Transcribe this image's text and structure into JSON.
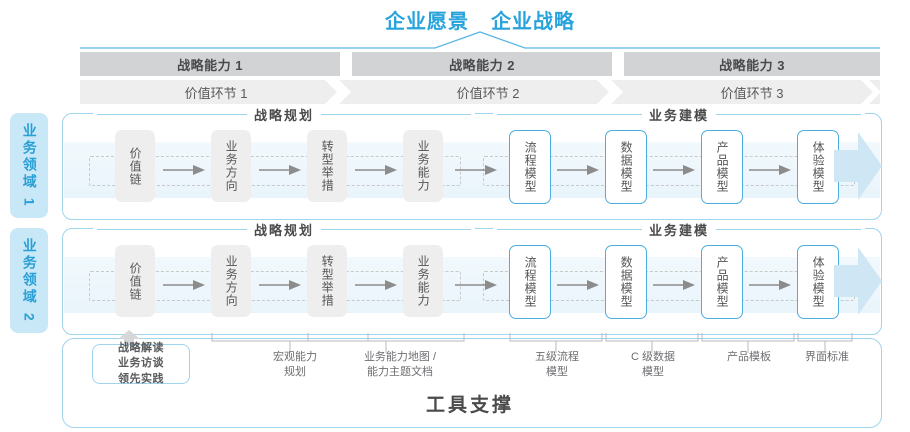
{
  "header": {
    "vision": "企业愿景",
    "strategy": "企业战略",
    "accent_color": "#29a3dc"
  },
  "capability_bars": [
    {
      "label": "战略能力 1"
    },
    {
      "label": "战略能力 2"
    },
    {
      "label": "战略能力 3"
    }
  ],
  "value_chain_bars": [
    {
      "label": "价值环节 1"
    },
    {
      "label": "价值环节 2"
    },
    {
      "label": "价值环节 3"
    }
  ],
  "domains": [
    {
      "label": "业务领域 1"
    },
    {
      "label": "业务领域 2"
    }
  ],
  "sections": {
    "strategic_planning": "战略规划",
    "business_modeling": "业务建模"
  },
  "rows": [
    {
      "planning_boxes": [
        {
          "label": "价值链"
        },
        {
          "label": "业务方向"
        },
        {
          "label": "转型举措"
        },
        {
          "label": "业务能力"
        }
      ],
      "modeling_boxes": [
        {
          "label": "流程模型"
        },
        {
          "label": "数据模型"
        },
        {
          "label": "产品模型"
        },
        {
          "label": "体验模型"
        }
      ]
    },
    {
      "planning_boxes": [
        {
          "label": "价值链"
        },
        {
          "label": "业务方向"
        },
        {
          "label": "转型举措"
        },
        {
          "label": "业务能力"
        }
      ],
      "modeling_boxes": [
        {
          "label": "流程模型"
        },
        {
          "label": "数据模型"
        },
        {
          "label": "产品模型"
        },
        {
          "label": "体验模型"
        }
      ]
    }
  ],
  "notes": {
    "strategy_box": "战略解读\n业务访谈\n领先实践",
    "strategy_box_lines": [
      "战略解读",
      "业务访谈",
      "领先实践"
    ],
    "items": [
      {
        "lines": [
          "宏观能力",
          "规划"
        ]
      },
      {
        "lines": [
          "业务能力地图 /",
          "能力主题文档"
        ]
      },
      {
        "lines": [
          "五级流程",
          "模型"
        ]
      },
      {
        "lines": [
          "C 级数据",
          "模型"
        ]
      },
      {
        "lines": [
          "产品模板"
        ]
      },
      {
        "lines": [
          "界面标准"
        ]
      }
    ]
  },
  "footer": {
    "tool_support": "工具支撑"
  },
  "colors": {
    "blue": "#2a9fd6",
    "light_blue_border": "#9fd4ee",
    "domain_bg": "#c8e8f8",
    "bar_gray": "#d2d3d5",
    "bar_light_gray": "#eeeeee",
    "text_dark": "#4a4a4a"
  }
}
